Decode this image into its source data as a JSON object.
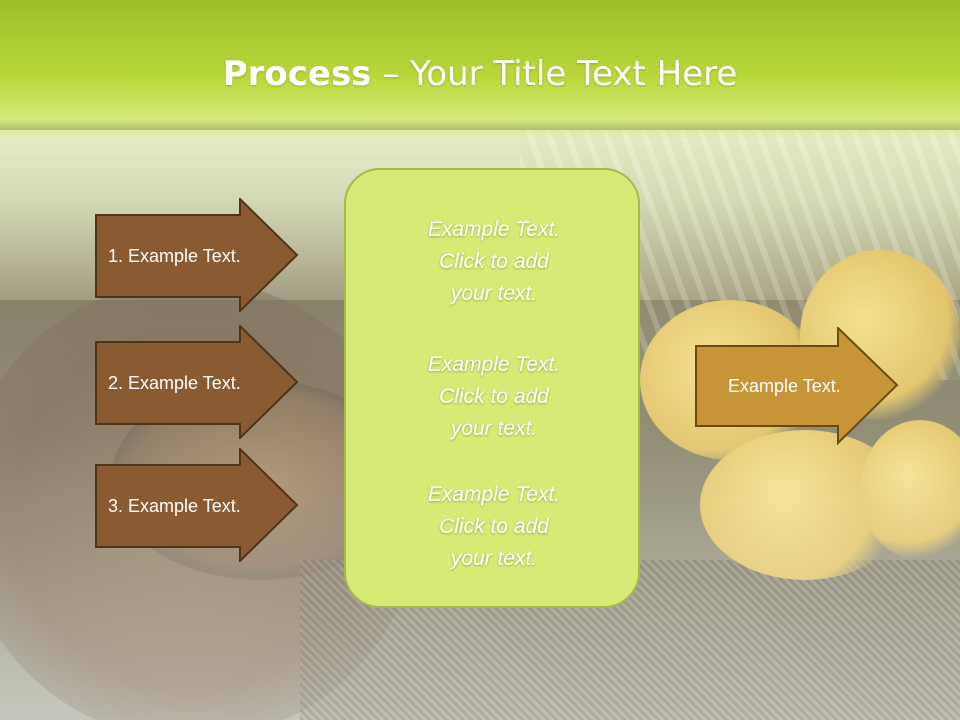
{
  "title": {
    "bold": "Process",
    "rest": " – Your Title Text Here"
  },
  "steps": [
    {
      "label": "1. Example Text."
    },
    {
      "label": "2. Example Text."
    },
    {
      "label": "3. Example Text."
    }
  ],
  "center_blocks": [
    {
      "line1": "Example Text.",
      "line2": "Click  to add",
      "line3": "your text."
    },
    {
      "line1": "Example Text.",
      "line2": "Click  to add",
      "line3": "your text."
    },
    {
      "line1": "Example Text.",
      "line2": "Click  to add",
      "line3": "your text."
    }
  ],
  "result": {
    "label": "Example Text."
  },
  "colors": {
    "title_band": "#b8d83a",
    "step_arrow_fill": "#8a5a32",
    "step_arrow_stroke": "#4e3418",
    "result_arrow_fill": "#c79437",
    "result_arrow_stroke": "#6b4a15",
    "center_box_fill": "#d6ea76",
    "center_box_border": "#a8b84e"
  }
}
